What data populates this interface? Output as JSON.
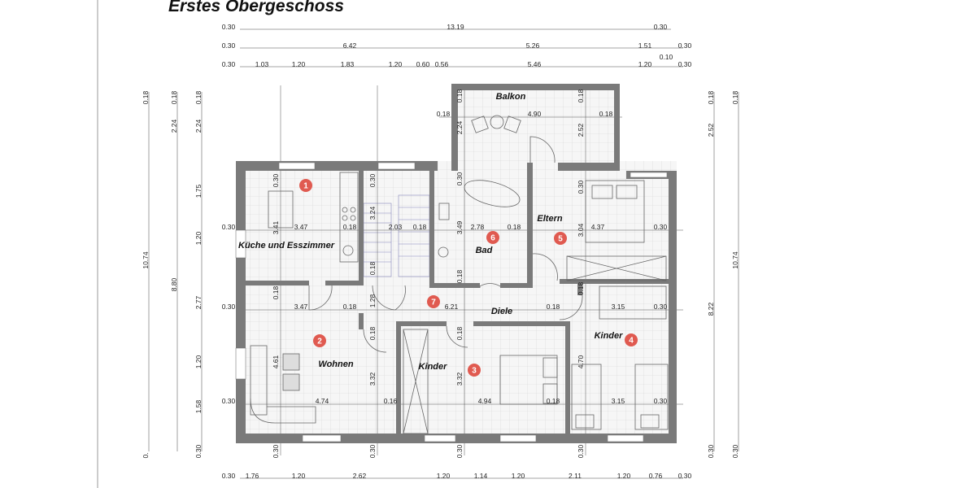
{
  "title": "Erstes Obergeschoss",
  "dimensions": {
    "top_row1": [
      "0.30",
      "13.19",
      "0.30"
    ],
    "top_row2": [
      "0.30",
      "6.42",
      "5.26",
      "1.51",
      "0.30"
    ],
    "top_row3": [
      "0.30",
      "1.03",
      "1.20",
      "1.83",
      "1.20",
      "0.60",
      "0.56",
      "5.46",
      "1.20",
      "0.10",
      "0.30"
    ],
    "bottom_row": [
      "0.30",
      "1.76",
      "1.20",
      "2.62",
      "1.20",
      "1.14",
      "1.20",
      "2.11",
      "1.20",
      "0.76",
      "0.30"
    ],
    "left_col1": [
      "0.18",
      "10.74",
      "0."
    ],
    "left_col2": [
      "0.18",
      "2.24",
      "8.80"
    ],
    "left_col3": [
      "0.18",
      "2.24",
      "1.75",
      "1.20",
      "2.77",
      "1.20",
      "1.58",
      "0.30"
    ],
    "right_col1": [
      "0.18",
      "2.52",
      "8.22",
      "0.30"
    ],
    "right_col2": [
      "0.18",
      "10.74",
      "0.30"
    ],
    "interior_h": [
      "0.30",
      "3.47",
      "0.18",
      "2.03",
      "0.18",
      "2.78",
      "0.18",
      "4.37",
      "0.30",
      "0.30",
      "3.47",
      "0.18",
      "6.21",
      "0.18",
      "3.15",
      "0.30",
      "0.30",
      "4.74",
      "0.16",
      "4.94",
      "0.18",
      "3.15",
      "0.30",
      "0.18",
      "4.90",
      "0.18"
    ],
    "interior_v": [
      "0.30",
      "3.41",
      "0.18",
      "4.61",
      "0.30",
      "0.30",
      "3.24",
      "0.18",
      "1.28",
      "0.18",
      "3.32",
      "0.30",
      "0.18",
      "2.24",
      "0.30",
      "3.49",
      "0.18",
      "0.18",
      "3.32",
      "0.30",
      "0.18",
      "2.52",
      "0.30",
      "3.04",
      "0.18",
      "4.70",
      "0.30"
    ]
  },
  "rooms": [
    {
      "name": "Küche und Esszimmer",
      "number": "1"
    },
    {
      "name": "Wohnen",
      "number": "2"
    },
    {
      "name": "Kinder",
      "number": "3"
    },
    {
      "name": "Kinder",
      "number": "4"
    },
    {
      "name": "Eltern",
      "number": "5"
    },
    {
      "name": "Bad",
      "number": "6"
    },
    {
      "name": "Diele",
      "number": "7"
    },
    {
      "name": "Balkon",
      "number": ""
    }
  ],
  "colors": {
    "wall": "#7a7a7a",
    "room_marker": "#e05a50",
    "floor": "#f3f3f3"
  }
}
